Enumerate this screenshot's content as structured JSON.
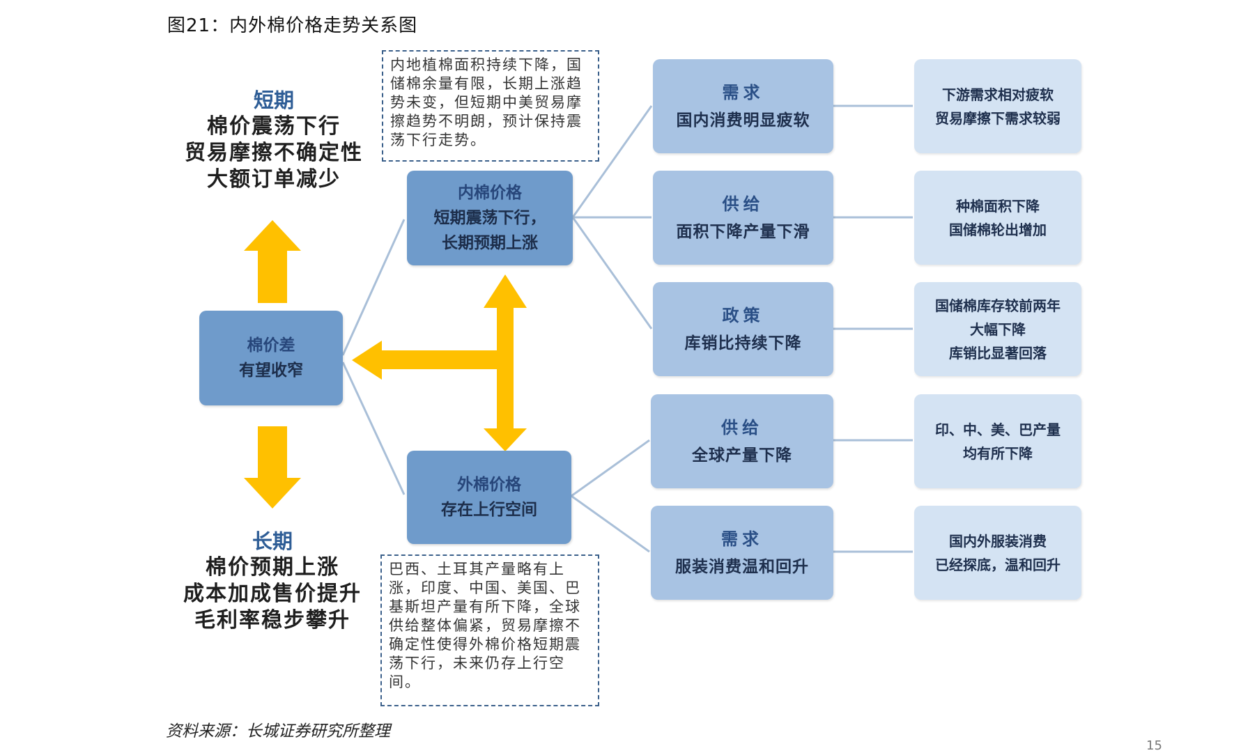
{
  "title": "图21：内外棉价格走势关系图",
  "source": "资料来源：长城证券研究所整理",
  "page_number": "15",
  "short_term": {
    "heading": "短期",
    "lines": [
      "棉价震荡下行",
      "贸易摩擦不确定性",
      "大额订单减少"
    ]
  },
  "long_term": {
    "heading": "长期",
    "lines": [
      "棉价预期上涨",
      "成本加成售价提升",
      "毛利率稳步攀升"
    ]
  },
  "center_box": {
    "line1": "棉价差",
    "line2": "有望收窄"
  },
  "domestic_box": {
    "line1": "内棉价格",
    "line2": "短期震荡下行，",
    "line3": "长期预期上涨"
  },
  "foreign_box": {
    "line1": "外棉价格",
    "line2": "存在上行空间"
  },
  "note_top": "内地植棉面积持续下降，国储棉余量有限，长期上涨趋势未变，但短期中美贸易摩擦趋势不明朗，预计保持震荡下行走势。",
  "note_bottom": "巴西、土耳其产量略有上涨，印度、中国、美国、巴基斯坦产量有所下降，全球供给整体偏紧，贸易摩擦不确定性使得外棉价格短期震荡下行，未来仍存上行空间。",
  "factors": [
    {
      "label": "需求",
      "desc": "国内消费明显疲软",
      "detail": [
        "下游需求相对疲软",
        "贸易摩擦下需求较弱"
      ]
    },
    {
      "label": "供给",
      "desc": "面积下降产量下滑",
      "detail": [
        "种棉面积下降",
        "国储棉轮出增加"
      ]
    },
    {
      "label": "政策",
      "desc": "库销比持续下降",
      "detail": [
        "国储棉库存较前两年",
        "大幅下降",
        "库销比显著回落"
      ]
    },
    {
      "label": "供给",
      "desc": "全球产量下降",
      "detail": [
        "印、中、美、巴产量",
        "均有所下降"
      ]
    },
    {
      "label": "需求",
      "desc": "服装消费温和回升",
      "detail": [
        "国内外服装消费",
        "已经探底，温和回升"
      ]
    }
  ],
  "colors": {
    "arrow": "#ffc000",
    "center_box": "#6f9bcb",
    "factor_box": "#a8c3e3",
    "detail_box": "#d4e3f3",
    "connector": "#a9bfd8"
  }
}
